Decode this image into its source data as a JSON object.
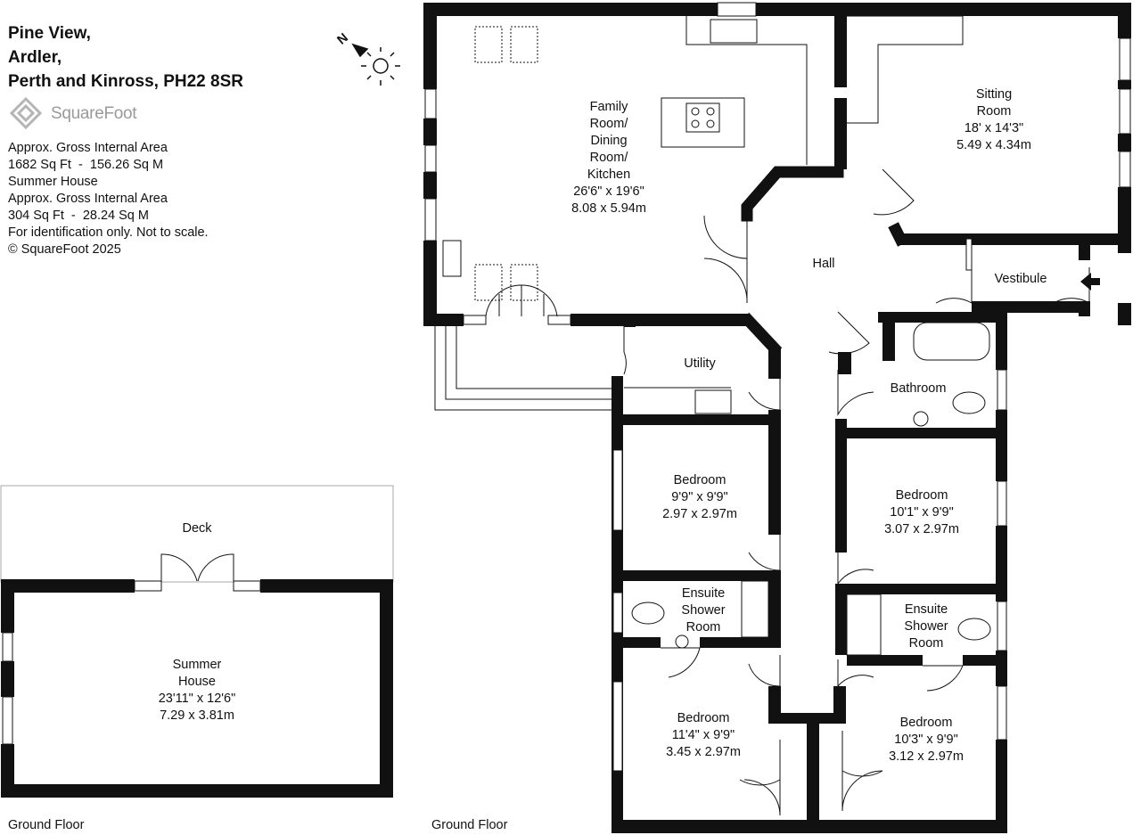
{
  "address": {
    "line1": "Pine View,",
    "line2": "Ardler,",
    "line3": "Perth and Kinross, PH22 8SR"
  },
  "brand": "SquareFoot",
  "info": {
    "l1": "Approx. Gross Internal Area",
    "l2": "1682 Sq Ft  -  156.26 Sq M",
    "l3": "Summer House",
    "l4": "Approx. Gross Internal Area",
    "l5": "304 Sq Ft  -  28.24 Sq M",
    "l6": "For identification only. Not to scale.",
    "l7": "© SquareFoot 2025"
  },
  "compass": {
    "label": "N"
  },
  "rooms": {
    "family": {
      "l1": "Family",
      "l2": "Room/",
      "l3": "Dining",
      "l4": "Room/",
      "l5": "Kitchen",
      "l6": "26'6\" x 19'6\"",
      "l7": "8.08 x 5.94m"
    },
    "sitting": {
      "l1": "Sitting",
      "l2": "Room",
      "l3": "18' x 14'3\"",
      "l4": "5.49 x 4.34m"
    },
    "hall": "Hall",
    "vestibule": "Vestibule",
    "utility": "Utility",
    "bathroom": "Bathroom",
    "bed1": {
      "l1": "Bedroom",
      "l2": "9'9\" x 9'9\"",
      "l3": "2.97 x 2.97m"
    },
    "bed2": {
      "l1": "Bedroom",
      "l2": "10'1\" x 9'9\"",
      "l3": "3.07 x 2.97m"
    },
    "ensuite1": {
      "l1": "Ensuite",
      "l2": "Shower",
      "l3": "Room"
    },
    "ensuite2": {
      "l1": "Ensuite",
      "l2": "Shower",
      "l3": "Room"
    },
    "bed3": {
      "l1": "Bedroom",
      "l2": "11'4\" x 9'9\"",
      "l3": "3.45 x 2.97m"
    },
    "bed4": {
      "l1": "Bedroom",
      "l2": "10'3\" x 9'9\"",
      "l3": "3.12 x 2.97m"
    },
    "deck": "Deck",
    "summer": {
      "l1": "Summer",
      "l2": "House",
      "l3": "23'11\" x 12'6\"",
      "l4": "7.29 x 3.81m"
    }
  },
  "floors": {
    "left": "Ground Floor",
    "right": "Ground Floor"
  }
}
